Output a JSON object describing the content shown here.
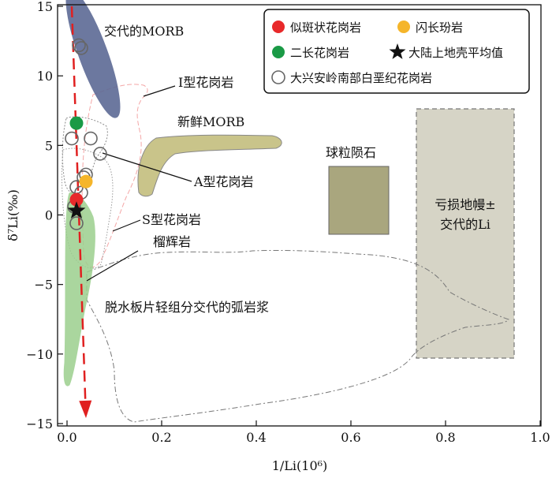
{
  "chart_data": {
    "type": "scatter",
    "xlabel": "1/Li(10⁶)",
    "ylabel": "δ⁷Li(‰)",
    "xlim": [
      -0.02,
      1.0
    ],
    "ylim": [
      -15.5,
      15.0
    ],
    "x_ticks": [
      0.0,
      0.2,
      0.4,
      0.6,
      0.8,
      1.0
    ],
    "x_tick_labels": [
      "0.0",
      "0.2",
      "0.4",
      "0.6",
      "0.8",
      "1.0"
    ],
    "y_ticks": [
      -15,
      -10,
      -5,
      0,
      5,
      10,
      15
    ],
    "y_tick_labels": [
      "−15",
      "−10",
      "−5",
      "0",
      "5",
      "10",
      "15"
    ],
    "grid": false,
    "legend_position": "top-right",
    "legend": [
      {
        "label": "似斑状花岗岩",
        "marker": "circle",
        "color": "#e8292a"
      },
      {
        "label": "闪长玢岩",
        "marker": "circle",
        "color": "#f5b52a"
      },
      {
        "label": "二长花岗岩",
        "marker": "circle",
        "color": "#1a9a46"
      },
      {
        "label": "大陆上地壳平均值",
        "marker": "star",
        "color": "#111111"
      },
      {
        "label": "大兴安岭南部白垩纪花岗岩",
        "marker": "open-circle",
        "color": "#666666"
      }
    ],
    "series": [
      {
        "name": "似斑状花岗岩",
        "color": "#e8292a",
        "points": [
          [
            0.02,
            1.1
          ]
        ]
      },
      {
        "name": "闪长玢岩",
        "color": "#f5b52a",
        "points": [
          [
            0.04,
            2.4
          ]
        ]
      },
      {
        "name": "二长花岗岩",
        "color": "#1a9a46",
        "points": [
          [
            0.02,
            6.6
          ]
        ]
      },
      {
        "name": "大陆上地壳平均值",
        "color": "#111111",
        "points": [
          [
            0.02,
            0.3
          ]
        ]
      },
      {
        "name": "大兴安岭南部白垩纪花岗岩",
        "color": "#666666",
        "points": [
          [
            0.025,
            12.2
          ],
          [
            0.03,
            12.0
          ],
          [
            0.01,
            5.5
          ],
          [
            0.05,
            5.5
          ],
          [
            0.07,
            4.4
          ],
          [
            0.04,
            2.9
          ],
          [
            0.035,
            2.7
          ],
          [
            0.02,
            2.0
          ],
          [
            0.03,
            1.6
          ],
          [
            0.015,
            0.6
          ],
          [
            0.02,
            -0.6
          ]
        ]
      }
    ],
    "fields": [
      {
        "label": "交代的MORB",
        "color": "#5d6a95"
      },
      {
        "label": "I型花岗岩",
        "color": "#f4a7a7"
      },
      {
        "label": "新鲜MORB",
        "color": "#c9c48a"
      },
      {
        "label": "A型花岗岩",
        "color": "#888888"
      },
      {
        "label": "S型花岗岩",
        "color": "#888888"
      },
      {
        "label": "榴辉岩",
        "color": "#9ccf8e"
      },
      {
        "label": "球粒陨石",
        "color": "#a7a47e"
      },
      {
        "label": "亏损地幔±",
        "color": "#d3d1c3"
      },
      {
        "label": "交代的Li",
        "color": "#d3d1c3"
      },
      {
        "label": "脱水板片轻组分交代的弧岩浆",
        "color": "#777777"
      }
    ],
    "trend_arrow": {
      "color": "#e02020",
      "from": [
        0.01,
        15.0
      ],
      "to": [
        0.04,
        -14.6
      ]
    }
  }
}
